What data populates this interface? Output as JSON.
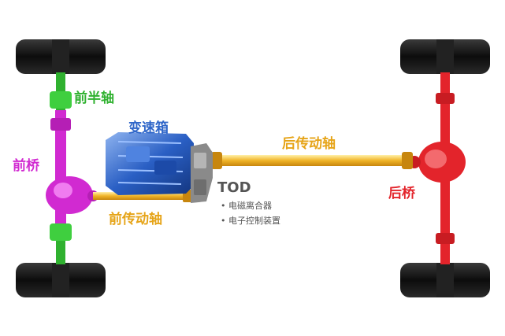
{
  "labels": {
    "front_half_shaft": "前半轴",
    "front_axle": "前桥",
    "gearbox": "变速箱",
    "rear_drive_shaft": "后传动轴",
    "rear_axle": "后桥",
    "front_drive_shaft": "前传动轴",
    "tod": "TOD"
  },
  "tod_features": [
    "• 电磁离合器",
    "• 电子控制装置"
  ],
  "colors": {
    "front_half_shaft": "#2fb12f",
    "front_axle": "#d12ad1",
    "gearbox": "#2f66c9",
    "shafts": "#e6a418",
    "rear_axle": "#e3242b",
    "tod": "#8a8a8a",
    "tire": "#111111"
  }
}
